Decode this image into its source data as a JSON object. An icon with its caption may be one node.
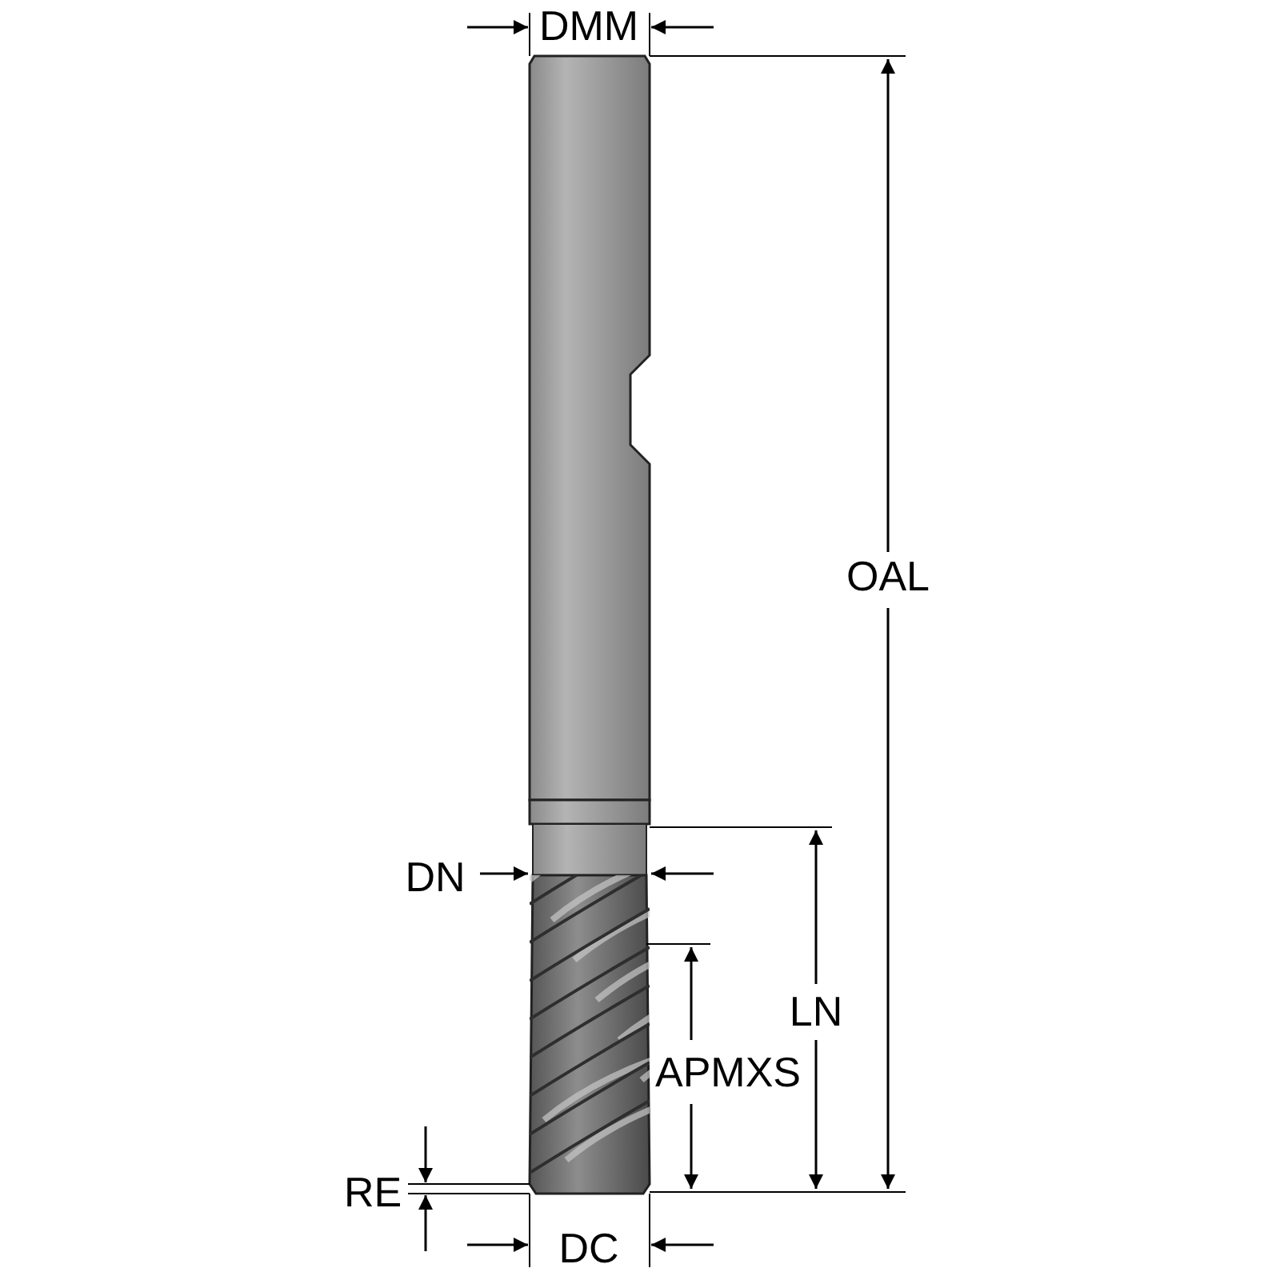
{
  "diagram": {
    "labels": [
      "DMM",
      "OAL",
      "DN",
      "LN",
      "APMXS",
      "RE",
      "DC"
    ]
  }
}
